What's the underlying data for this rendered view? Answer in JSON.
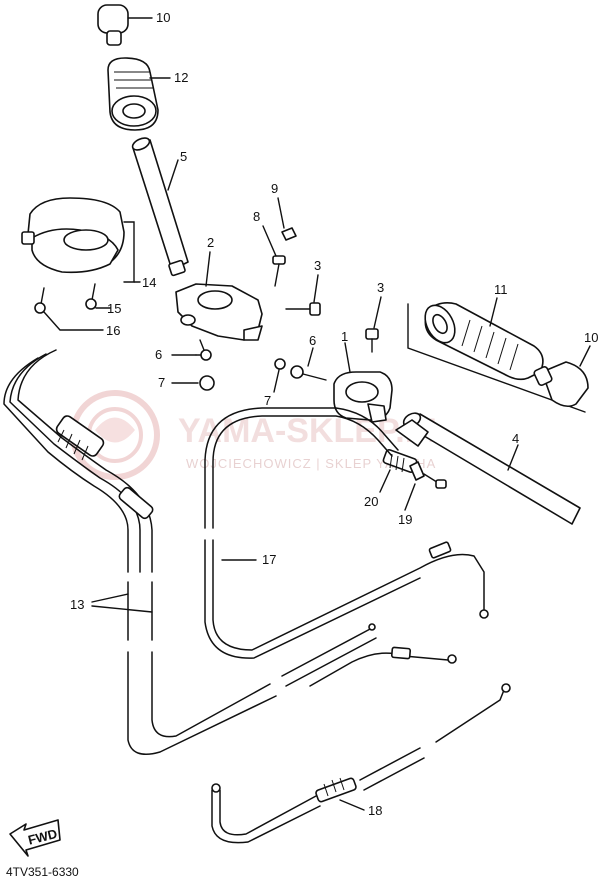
{
  "diagram": {
    "drawing_code": "4TV351-6330",
    "fwd_label": "FWD",
    "watermark": {
      "brand": "YAMA-SKLEP.PL",
      "subtitle": "WOJCIECHOWICZ | SKLEP YAMAHA"
    },
    "callouts": [
      {
        "id": "10a",
        "number": "10"
      },
      {
        "id": "12",
        "number": "12"
      },
      {
        "id": "5",
        "number": "5"
      },
      {
        "id": "9",
        "number": "9"
      },
      {
        "id": "8",
        "number": "8"
      },
      {
        "id": "2",
        "number": "2"
      },
      {
        "id": "3a",
        "number": "3"
      },
      {
        "id": "14",
        "number": "14"
      },
      {
        "id": "15",
        "number": "15"
      },
      {
        "id": "16",
        "number": "16"
      },
      {
        "id": "3b",
        "number": "3"
      },
      {
        "id": "11",
        "number": "11"
      },
      {
        "id": "10b",
        "number": "10"
      },
      {
        "id": "6a",
        "number": "6"
      },
      {
        "id": "6b",
        "number": "6"
      },
      {
        "id": "1",
        "number": "1"
      },
      {
        "id": "7a",
        "number": "7"
      },
      {
        "id": "7b",
        "number": "7"
      },
      {
        "id": "4",
        "number": "4"
      },
      {
        "id": "20",
        "number": "20"
      },
      {
        "id": "19",
        "number": "19"
      },
      {
        "id": "17",
        "number": "17"
      },
      {
        "id": "13",
        "number": "13"
      },
      {
        "id": "18",
        "number": "18"
      }
    ]
  }
}
